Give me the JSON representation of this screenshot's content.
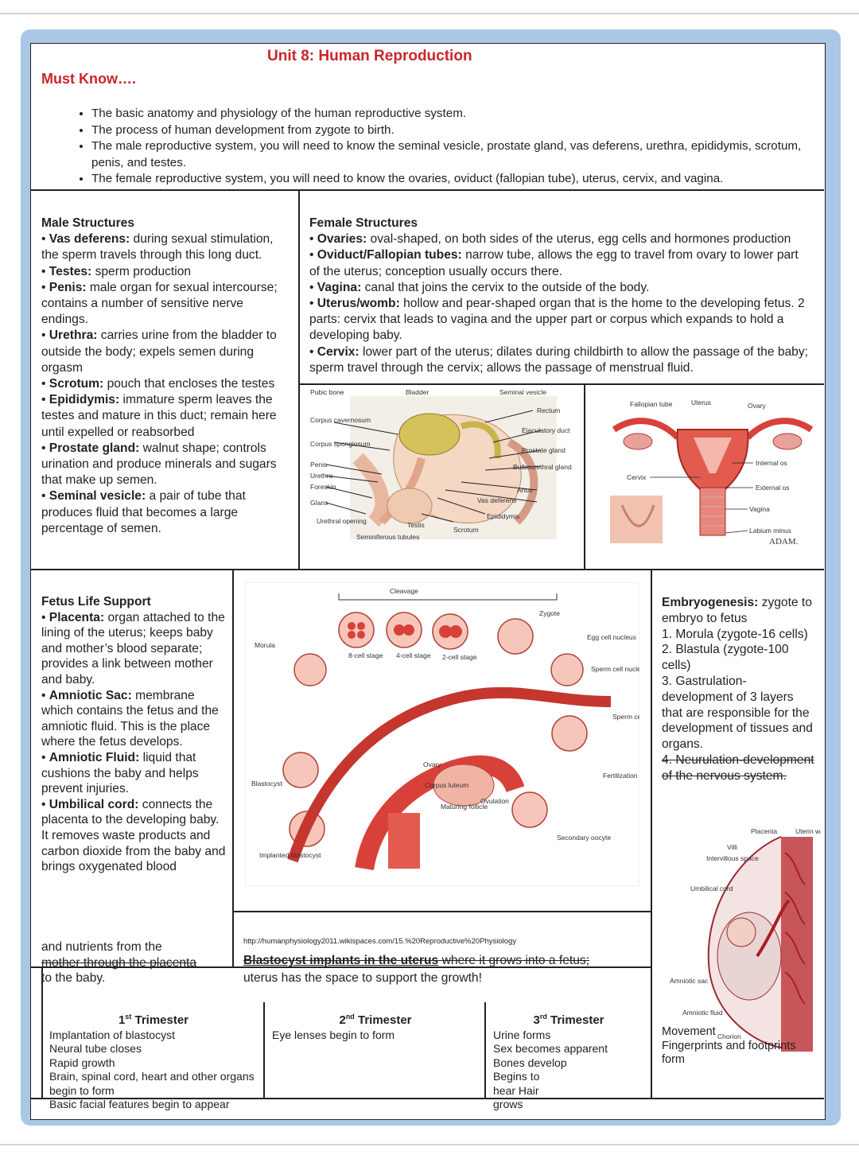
{
  "title": "Unit 8: Human Reproduction",
  "must_know": {
    "heading": "Must Know….",
    "items": [
      "The basic anatomy and physiology of the human reproductive system.",
      "The process of human development from zygote to birth.",
      "The male reproductive system, you will need to know the seminal vesicle, prostate gland, vas deferens, urethra, epididymis, scrotum, penis, and testes.",
      "The female reproductive system, you will need to know the ovaries, oviduct (fallopian tube), uterus, cervix, and vagina."
    ]
  },
  "male": {
    "heading": "Male Structures",
    "items": [
      {
        "term": "Vas deferens:",
        "text": " during sexual stimulation, the sperm travels through this long duct."
      },
      {
        "term": "Testes:",
        "text": " sperm production"
      },
      {
        "term": "Penis:",
        "text": " male organ for sexual intercourse; contains a number of sensitive nerve endings."
      },
      {
        "term": "Urethra:",
        "text": " carries urine from the bladder to outside the body; expels semen during orgasm"
      },
      {
        "term": "Scrotum:",
        "text": " pouch that encloses the testes"
      },
      {
        "term": "Epididymis:",
        "text": " immature sperm leaves the testes and mature in this duct; remain here until expelled or reabsorbed"
      },
      {
        "term": "Prostate gland:",
        "text": " walnut shape; controls urination and produce minerals and sugars that make up semen."
      },
      {
        "term": "Seminal vesicle:",
        "text": " a pair of tube that produces fluid that becomes a large percentage of semen."
      }
    ]
  },
  "female": {
    "heading": "Female Structures",
    "items": [
      {
        "term": "Ovaries:",
        "text": " oval-shaped, on both sides of the uterus, egg cells and hormones production"
      },
      {
        "term": "Oviduct/Fallopian tubes:",
        "text": " narrow tube, allows the egg to travel from ovary to lower part of the uterus; conception usually occurs there."
      },
      {
        "term": "Vagina:",
        "text": " canal that joins the cervix to the outside of the body."
      },
      {
        "term": "Uterus/womb:",
        "text": " hollow and pear-shaped organ that is the home to the developing fetus. 2 parts: cervix that leads to vagina and the upper part or corpus which expands to hold a developing baby."
      },
      {
        "term": "Cervix:",
        "text": " lower part of the uterus; dilates during childbirth to allow the passage of the baby; sperm travel through the cervix; allows the passage of menstrual fluid."
      }
    ]
  },
  "male_diagram": {
    "labels_left": [
      "Pubic bone",
      "Corpus cavernosum",
      "Corpus spongiosum",
      "Penis",
      "Urethra",
      "Foreskin",
      "Glans",
      "Urethral opening"
    ],
    "labels_top": [
      "Bladder",
      "Seminal vesicle"
    ],
    "labels_right": [
      "Rectum",
      "Ejaculatory duct",
      "Prostate gland",
      "Bulbourethral gland",
      "Anus",
      "Vas deferens",
      "Epididymis"
    ],
    "labels_bottom": [
      "Testis",
      "Scrotum",
      "Seminiferous tubules"
    ]
  },
  "female_diagram": {
    "labels": [
      "Fallopian tube",
      "Uterus",
      "Ovary",
      "Cervix",
      "Internal os",
      "External os",
      "Vagina",
      "Labium minus"
    ],
    "brand": "ADAM."
  },
  "fetus": {
    "heading": "Fetus Life Support",
    "items": [
      {
        "term": "Placenta:",
        "text": " organ attached to the lining of the uterus; keeps baby and mother’s blood separate; provides a link between mother and baby."
      },
      {
        "term": "Amniotic Sac:",
        "text": " membrane which contains the fetus and the amniotic fluid. This is the place where the fetus develops."
      },
      {
        "term": "Amniotic Fluid:",
        "text": " liquid that cushions the baby and helps prevent injuries."
      },
      {
        "term": "Umbilical cord:",
        "text": " connects the placenta to the developing baby. It removes waste products and carbon dioxide from the baby and brings oxygenated blood"
      }
    ],
    "continuation_1": "and nutrients from the",
    "continuation_2": "mother through the placenta",
    "continuation_3": "to the baby."
  },
  "cleavage_diagram": {
    "labels": [
      "Cleavage",
      "Zygote",
      "Morula",
      "8-cell stage",
      "4-cell stage",
      "2-cell stage",
      "Egg cell nucleus",
      "Sperm cell nucleus",
      "Sperm cells",
      "Blastocyst",
      "Ovary",
      "Corpus luteum",
      "Maturing follicle",
      "Ovulation",
      "Fertilization",
      "Secondary oocyte",
      "Implanted blastocyst"
    ],
    "source_url": "http://humanphysiology2011.wikispaces.com/15.%20Reproductive%20Physiology"
  },
  "blastocyst_note": {
    "bold": "Blastocyst implants in the uterus",
    "rest": " where it grows into a fetus;",
    "line2": "uterus has the space to support the growth!"
  },
  "embryogenesis": {
    "term": "Embryogenesis:",
    "intro": " zygote to embryo to fetus",
    "steps": [
      "1. Morula (zygote-16 cells)",
      "2. Blastula (zygote-100 cells)",
      "3. Gastrulation-development of 3 layers that are responsible for the development of tissues and organs.",
      "4. Neurulation-development of the nervous system."
    ]
  },
  "placenta_diagram": {
    "labels": [
      "Placenta",
      "Uterin wall",
      "Villi",
      "Intervillous space",
      "Umbilical cord",
      "Amniotic sac",
      "Amniotic fluid",
      "Chorion"
    ]
  },
  "trimesters": [
    {
      "ord": "1",
      "sup": "st",
      "label": " Trimester",
      "items": [
        "Implantation of blastocyst",
        "Neural tube closes",
        "Rapid growth",
        "Brain, spinal cord, heart and other organs begin to form",
        "Basic facial features begin to appear"
      ]
    },
    {
      "ord": "2",
      "sup": "nd",
      "label": " Trimester",
      "items": [
        "Eye lenses begin to form"
      ]
    },
    {
      "ord": "3",
      "sup": "rd",
      "label": " Trimester",
      "items": [
        "Urine forms",
        "Sex becomes apparent",
        "Bones develop",
        "Begins to",
        "hear Hair",
        "grows"
      ]
    }
  ],
  "right_bottom": {
    "line1": "Movement",
    "line2": "Fingerprints and footprints",
    "line3": "form"
  },
  "colors": {
    "title": "#c9262b",
    "frame": "#a9c8e6",
    "tissue": "#d8403a",
    "gland": "#c9b44a"
  }
}
